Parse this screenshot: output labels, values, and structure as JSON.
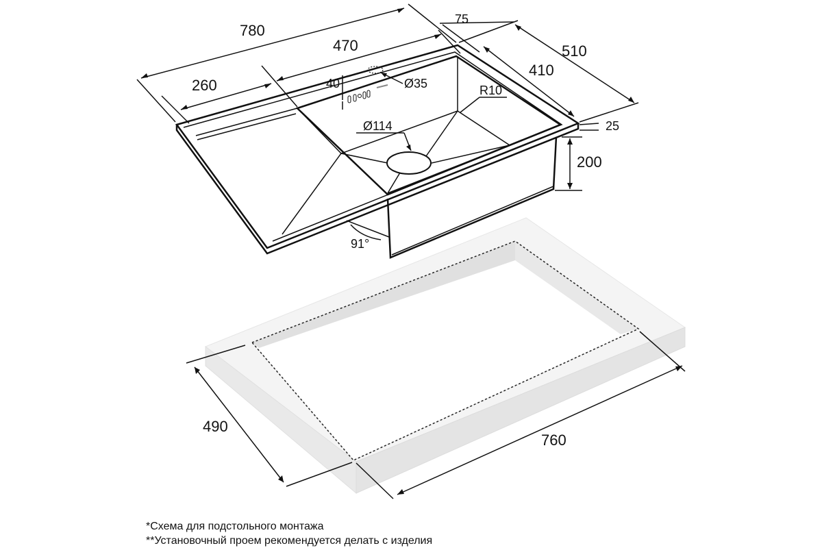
{
  "dimensions": {
    "overall_length": "780",
    "bowl_length": "470",
    "drainboard_length": "260",
    "rim_front_offset": "75",
    "overall_width": "510",
    "bowl_width": "410",
    "rim_thickness": "25",
    "bowl_depth": "200",
    "tap_hole_offset": "40",
    "tap_hole_diameter": "Ø35",
    "corner_radius": "R10",
    "drain_diameter": "Ø114",
    "wall_angle": "91°",
    "cutout_width": "490",
    "cutout_length": "760"
  },
  "notes": [
    "*Схема для подстольного монтажа",
    "**Установочный проем рекомендуется делать с изделия"
  ]
}
